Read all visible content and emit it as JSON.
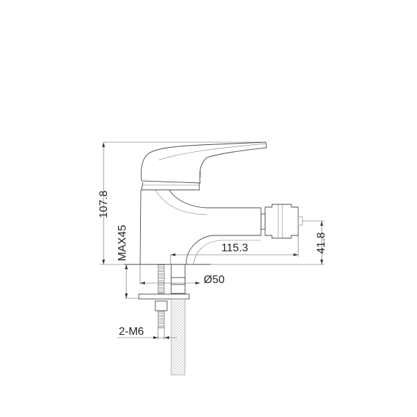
{
  "drawing": {
    "subject": "Bidet mixer faucet technical drawing",
    "background": "#ffffff",
    "line_color": "#444444",
    "dimensions": {
      "total_height": "107.8",
      "max_deck_thickness": "MAX45",
      "spout_reach": "115.3",
      "outlet_height": "41.8",
      "base_diameter": "Ø50",
      "mounting_studs": "2-M6"
    }
  }
}
